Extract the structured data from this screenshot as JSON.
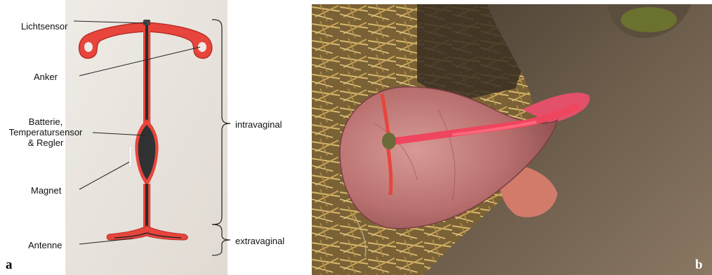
{
  "figure": {
    "panel_a": {
      "letter": "a",
      "labels": {
        "lichtsensor": "Lichtsensor",
        "anker": "Anker",
        "batterie_line1": "Batterie,",
        "batterie_line2": "Temperatursensor",
        "batterie_line3": "& Regler",
        "magnet": "Magnet",
        "antenne": "Antenne"
      },
      "regions": {
        "intravaginal": "intravaginal",
        "extravaginal": "extravaginal"
      }
    },
    "panel_b": {
      "letter": "b"
    }
  },
  "colors": {
    "device_red": "#e8453c",
    "device_dark": "#2b2b2b",
    "photo_background": "#e9e4de",
    "straw": "#c9a45a",
    "hide": "#6a5a48",
    "membrane": "#c87c7c"
  }
}
